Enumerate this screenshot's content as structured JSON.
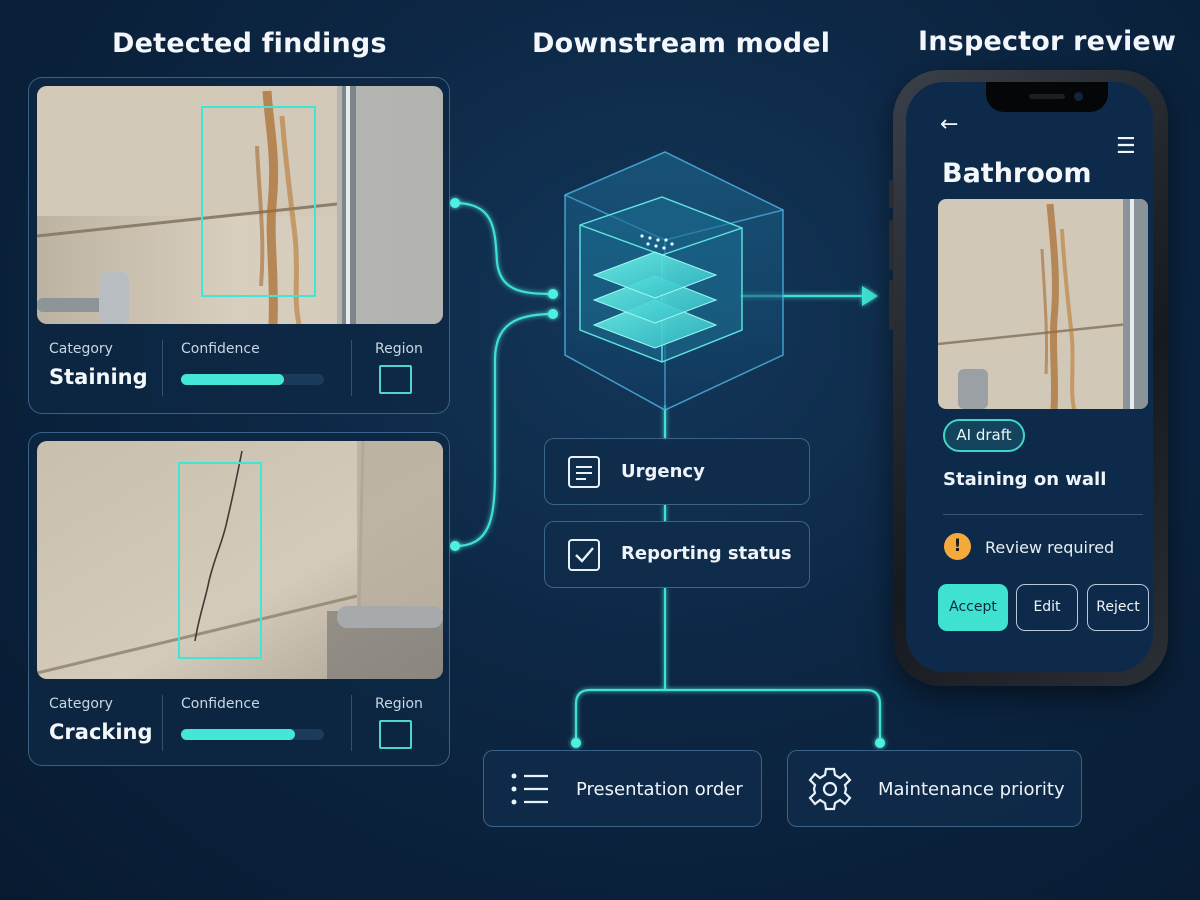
{
  "headings": {
    "findings": "Detected findings",
    "model": "Downstream model",
    "review": "Inspector review"
  },
  "findings": [
    {
      "category_label": "Category",
      "category": "Staining",
      "confidence_label": "Confidence",
      "confidence": 0.72,
      "region_label": "Region"
    },
    {
      "category_label": "Category",
      "category": "Cracking",
      "confidence_label": "Confidence",
      "confidence": 0.8,
      "region_label": "Region"
    }
  ],
  "model_outputs": {
    "urgency": "Urgency",
    "reporting_status": "Reporting status",
    "presentation_order": "Presentation order",
    "maintenance_priority": "Maintenance priority"
  },
  "icons": {
    "urgency": "document-icon",
    "reporting_status": "checkbox-icon",
    "presentation_order": "list-icon",
    "maintenance_priority": "gear-icon"
  },
  "phone": {
    "back": "←",
    "menu": "☰",
    "title": "Bathroom",
    "badge": "AI draft",
    "finding": "Staining on wall",
    "review_icon": "!",
    "review": "Review required",
    "buttons": {
      "accept": "Accept",
      "edit": "Edit",
      "reject": "Reject"
    }
  },
  "colors": {
    "accent": "#44e6d8",
    "background": "#0c2643",
    "warning": "#f5a93b"
  }
}
